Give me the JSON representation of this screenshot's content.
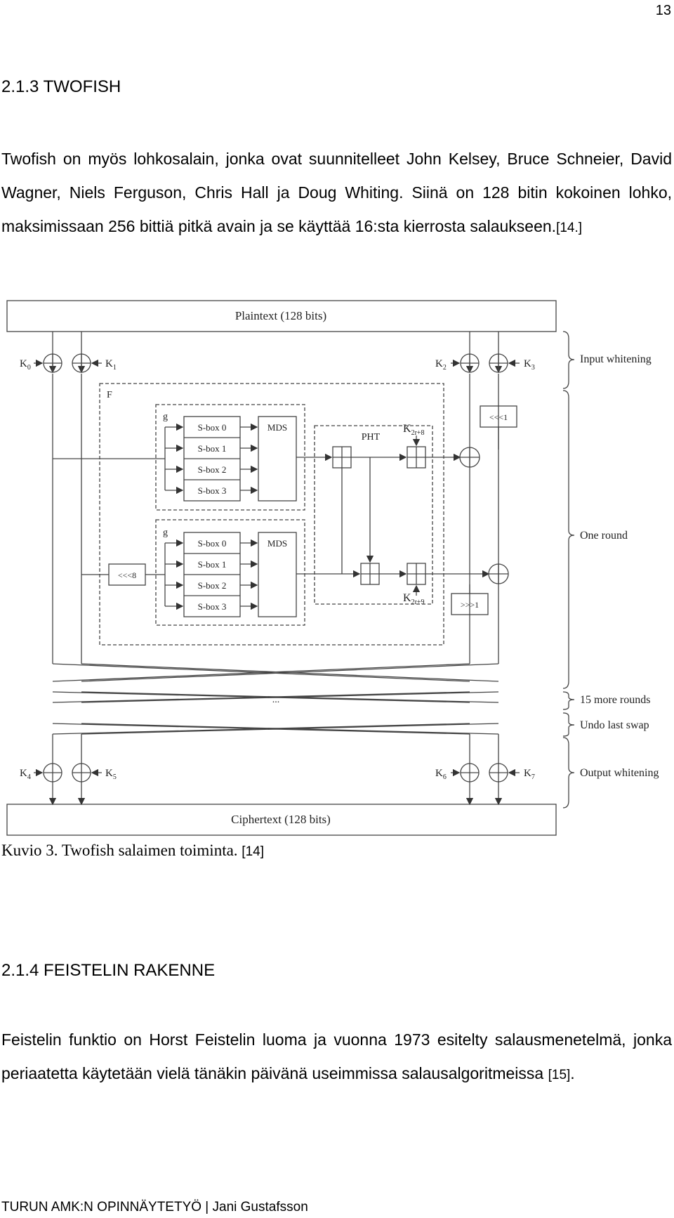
{
  "page_number": "13",
  "sections": [
    {
      "heading": "2.1.3 TWOFISH",
      "paragraph": "Twofish on myös lohkosalain, jonka ovat suunnitelleet John Kelsey, Bruce Schneier, David Wagner, Niels Ferguson, Chris Hall ja Doug Whiting. Siinä on 128 bitin kokoinen lohko, maksimissaan 256 bittiä pitkä avain ja se käyttää 16:sta kierrosta salaukseen.",
      "reference": "[14.]"
    },
    {
      "heading": "2.1.4 FEISTELIN RAKENNE",
      "paragraph": "Feistelin funktio on Horst Feistelin luoma ja vuonna 1973  esitelty salausmenetelmä, jonka periaatetta käytetään vielä tänäkin päivänä useimmissa salausalgoritmeissa",
      "reference": "[15]",
      "trailing": "."
    }
  ],
  "figure": {
    "caption": "Kuvio 3. Twofish salaimen toiminta.",
    "caption_ref": "[14]",
    "plaintext": "Plaintext (128 bits)",
    "ciphertext": "Ciphertext (128 bits)",
    "keys": {
      "k0": "K",
      "k0_sub": "0",
      "k1": "K",
      "k1_sub": "1",
      "k2": "K",
      "k2_sub": "2",
      "k3": "K",
      "k3_sub": "3",
      "k4": "K",
      "k4_sub": "4",
      "k5": "K",
      "k5_sub": "5",
      "k6": "K",
      "k6_sub": "6",
      "k7": "K",
      "k7_sub": "7",
      "k2r8": "K",
      "k2r8_sub": "2r+8",
      "k2r9": "K",
      "k2r9_sub": "2r+9"
    },
    "f_label": "F",
    "g_label": "g",
    "sboxes": [
      "S-box 0",
      "S-box 1",
      "S-box 2",
      "S-box 3"
    ],
    "mds": "MDS",
    "pht": "PHT",
    "rot_left_1": "<<<1",
    "rot_right_1": ">>>1",
    "rot_left_8": "<<<8",
    "ellipsis": "...",
    "braces": [
      "Input whitening",
      "One round",
      "15 more rounds",
      "Undo last swap",
      "Output whitening"
    ]
  },
  "footer": "TURUN AMK:N OPINNÄYTETYÖ | Jani Gustafsson"
}
